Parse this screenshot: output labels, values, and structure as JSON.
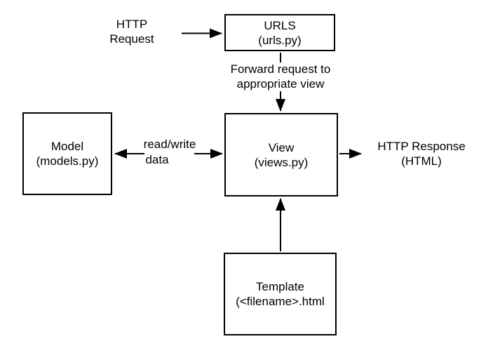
{
  "diagram": {
    "boxes": {
      "urls": {
        "line1": "URLS",
        "line2": "(urls.py)"
      },
      "model": {
        "line1": "Model",
        "line2": "(models.py)"
      },
      "view": {
        "line1": "View",
        "line2": "(views.py)"
      },
      "template": {
        "line1": "Template",
        "line2": "(<filename>.html"
      }
    },
    "labels": {
      "http_request": {
        "line1": "HTTP",
        "line2": "Request"
      },
      "forward": {
        "line1": "Forward request to",
        "line2": "appropriate view"
      },
      "read_write": {
        "line1": "read/write",
        "line2": "data"
      },
      "http_response": {
        "line1": "HTTP Response",
        "line2": "(HTML)"
      }
    },
    "colors": {
      "stroke": "#000000",
      "background": "#ffffff",
      "text": "#000000"
    }
  }
}
